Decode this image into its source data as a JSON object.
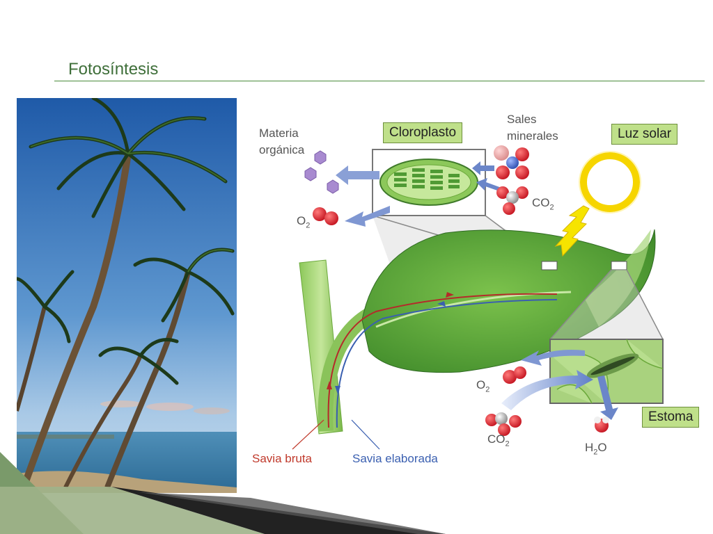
{
  "slide": {
    "title": "Fotosíntesis"
  },
  "diagram": {
    "labels": {
      "cloroplasto": "Cloroplasto",
      "luz_solar": "Luz solar",
      "estoma": "Estoma",
      "materia_organica_1": "Materia",
      "materia_organica_2": "orgánica",
      "sales_minerales_1": "Sales",
      "sales_minerales_2": "minerales",
      "co2_top_base": "CO",
      "co2_top_sub": "2",
      "o2_top_base": "O",
      "o2_top_sub": "2",
      "o2_bottom_base": "O",
      "o2_bottom_sub": "2",
      "co2_bottom_base": "CO",
      "co2_bottom_sub": "2",
      "h2o_base_1": "H",
      "h2o_sub": "2",
      "h2o_base_2": "O",
      "savia_bruta": "Savia bruta",
      "savia_elaborada": "Savia elaborada"
    },
    "colors": {
      "box_fill": "#bfe08a",
      "savia_bruta": "#c0392b",
      "savia_elaborada": "#3a5fb0",
      "leaf": "#5fa83a",
      "arrow": "#6b86c9",
      "oxygen": "#d0202a",
      "carbon": "#9a9a9a",
      "sun_ring": "#f5d800"
    }
  }
}
